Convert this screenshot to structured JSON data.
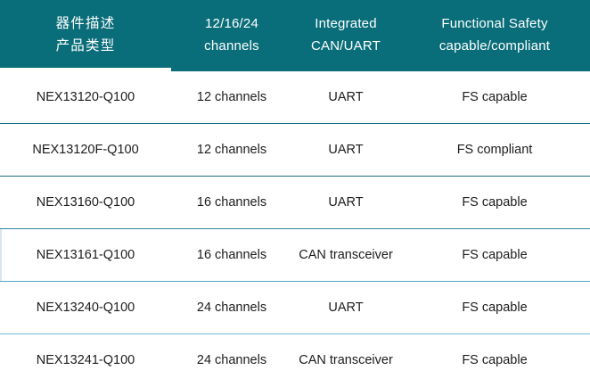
{
  "table": {
    "accent_color": "#0a6e7a",
    "header": {
      "columns": [
        {
          "line1": "器件描述",
          "line2": "产品类型"
        },
        {
          "line1": "12/16/24",
          "line2": "channels"
        },
        {
          "line1": "Integrated",
          "line2": "CAN/UART"
        },
        {
          "line1": "Functional Safety",
          "line2": "capable/compliant"
        }
      ]
    },
    "rows": [
      {
        "part": "NEX13120-Q100",
        "channels": "12 channels",
        "interface": "UART",
        "safety": "FS capable",
        "separator_color": "#176b7e"
      },
      {
        "part": "NEX13120F-Q100",
        "channels": "12 channels",
        "interface": "UART",
        "safety": "FS compliant",
        "separator_color": "#1a6d80"
      },
      {
        "part": "NEX13160-Q100",
        "channels": "16 channels",
        "interface": "UART",
        "safety": "FS capable",
        "separator_color": "#2f87a1"
      },
      {
        "part": "NEX13161-Q100",
        "channels": "16 channels",
        "interface": "CAN transceiver",
        "safety": "FS capable",
        "separator_color": "#53a7c6"
      },
      {
        "part": "NEX13240-Q100",
        "channels": "24 channels",
        "interface": "UART",
        "safety": "FS capable",
        "separator_color": "#6fbbd4"
      },
      {
        "part": "NEX13241-Q100",
        "channels": "24 channels",
        "interface": "CAN transceiver",
        "safety": "FS capable",
        "separator_color": "transparent"
      }
    ]
  }
}
